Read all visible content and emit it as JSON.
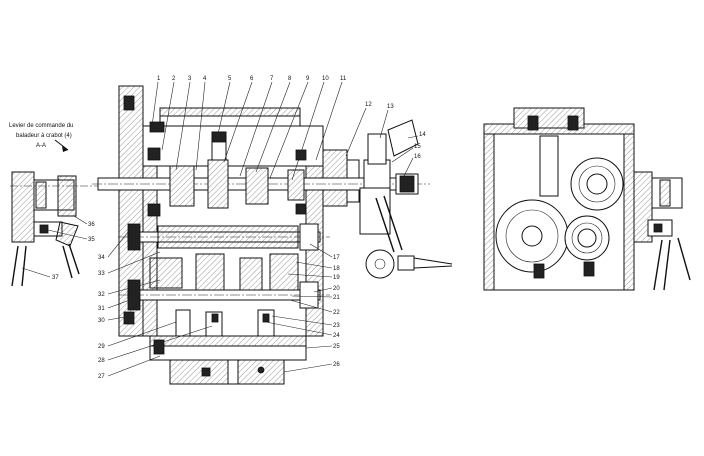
{
  "caption": {
    "line1": "Levier de commande du",
    "line2": "baladeur à crabot (4)",
    "section": "A-A"
  },
  "top_labels": [
    "1",
    "2",
    "3",
    "4",
    "5",
    "6",
    "7",
    "8",
    "9",
    "10",
    "11",
    "12",
    "13",
    "14",
    "15",
    "16"
  ],
  "right_labels": [
    "17",
    "18",
    "19",
    "20",
    "21",
    "22",
    "23",
    "24",
    "25",
    "26"
  ],
  "left_labels": [
    "34",
    "33",
    "32",
    "31",
    "30",
    "29",
    "28",
    "27"
  ],
  "side_labels": [
    "36",
    "35",
    "37"
  ]
}
